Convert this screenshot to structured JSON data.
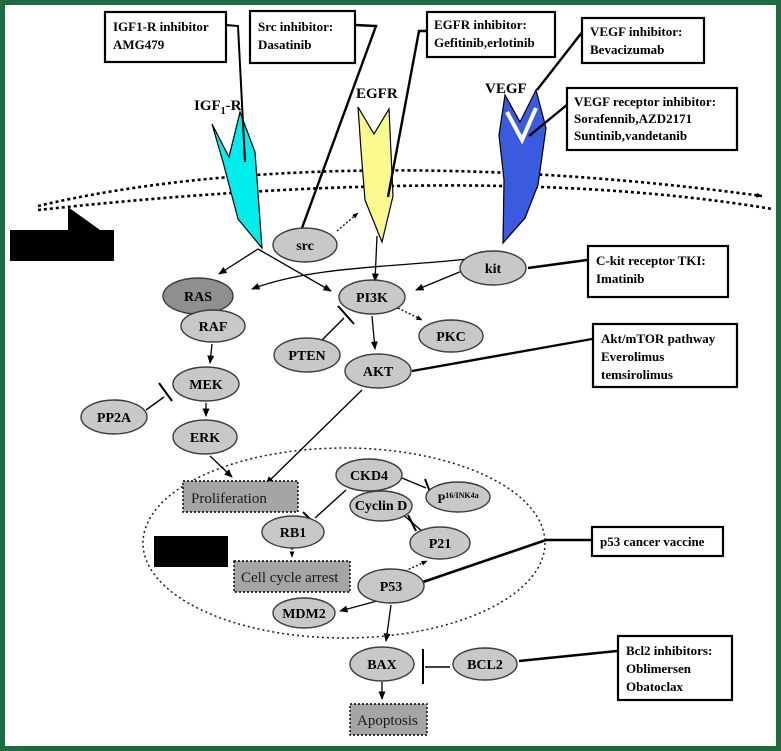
{
  "diagram": {
    "border_color": "#1e6b40",
    "colors": {
      "igf_receptor": "#00eded",
      "egfr_receptor": "#f9f98e",
      "vegf_receptor": "#3a5be0",
      "node_fill": "#c8c8c8",
      "ras_fill": "#8f8f8f",
      "process_fill": "#a5a5a5",
      "node_stroke": "#3c3c3c"
    },
    "receptor_labels": {
      "igf_base": "IGF",
      "igf_sub": "1",
      "igf_suffix": "-R",
      "egfr": "EGFR",
      "vegf": "VEGF"
    },
    "inhibitor_boxes": {
      "igf1r": {
        "lines": [
          "IGF1-R inhibitor",
          "AMG479"
        ]
      },
      "src": {
        "lines": [
          "Src inhibitor:",
          "Dasatinib"
        ]
      },
      "egfr": {
        "lines": [
          "EGFR inhibitor:",
          "Gefitinib,erlotinib"
        ]
      },
      "vegf": {
        "lines": [
          "VEGF inhibitor:",
          "Bevacizumab"
        ]
      },
      "vegfr": {
        "lines": [
          "VEGF receptor inhibitor:",
          "Sorafennib,AZD2171",
          "Suntinib,vandetanib"
        ]
      },
      "ckit": {
        "lines": [
          "C-kit receptor TKI:",
          "Imatinib"
        ]
      },
      "aktmtor": {
        "lines": [
          "Akt/mTOR pathway",
          "Everolimus",
          "temsirolimus"
        ]
      },
      "p53vaccine": {
        "lines": [
          "p53 cancer vaccine"
        ]
      },
      "bcl2": {
        "lines": [
          "Bcl2 inhibitors:",
          "Oblimersen",
          "Obatoclax"
        ]
      }
    },
    "nodes": {
      "src": "src",
      "kit": "kit",
      "ras": "RAS",
      "raf": "RAF",
      "pi3k": "PI3K",
      "pten": "PTEN",
      "pkc": "PKC",
      "akt": "AKT",
      "mek": "MEK",
      "pp2a": "PP2A",
      "erk": "ERK",
      "ckd4": "CKD4",
      "cyclind": "Cyclin D",
      "p16_base": "P",
      "p16_sup": "16/INK4a",
      "rb1": "RB1",
      "p21": "P21",
      "p53": "P53",
      "mdm2": "MDM2",
      "bax": "BAX",
      "bcl2": "BCL2"
    },
    "process_boxes": {
      "proliferation": "Proliferation",
      "cell_cycle_arrest": "Cell cycle arrest",
      "apoptosis": "Apoptosis"
    }
  }
}
